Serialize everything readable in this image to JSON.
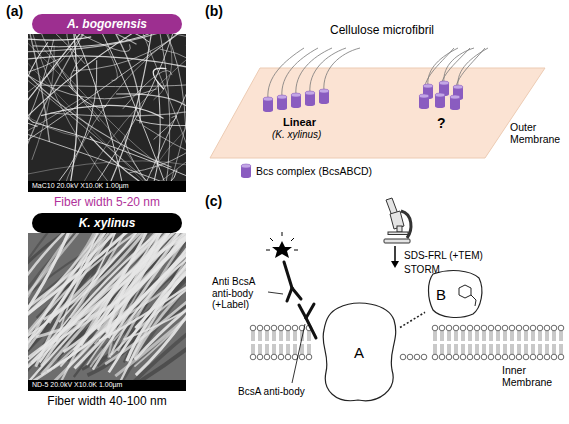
{
  "diagram": {
    "nodes": [
      {
        "text": [
          "A. bogorensis"
        ]
      },
      {
        "text": [
          "K. xylinus"
        ]
      },
      {
        "text": [
          "A"
        ]
      },
      {
        "text": [
          "B"
        ]
      }
    ],
    "edges": [
      {
        "from": 2,
        "to": 3,
        "arrow": "none"
      }
    ],
    "labels": [
      "(a)",
      "MaC10 20.0kV X10.0K 1.00µm",
      "Fiber width 5-20 nm",
      "ND-5 20.0kV X10.0K 1.00µm",
      "Fiber width 40-100 nm",
      "(b)",
      "Cellulose microfibril",
      "Linear",
      "(K. xylinus)",
      "?",
      "Outer Membrane",
      "(c)",
      "SDS-FRL (+TEM)",
      "STORM",
      "Anti BcsA anti-body (+Label)",
      "BcsA anti-body",
      "Inner Membrane"
    ],
    "legend": [
      {
        "text": "Bcs complex (BcsABCD)",
        "color": "#8a5cc0"
      }
    ]
  }
}
